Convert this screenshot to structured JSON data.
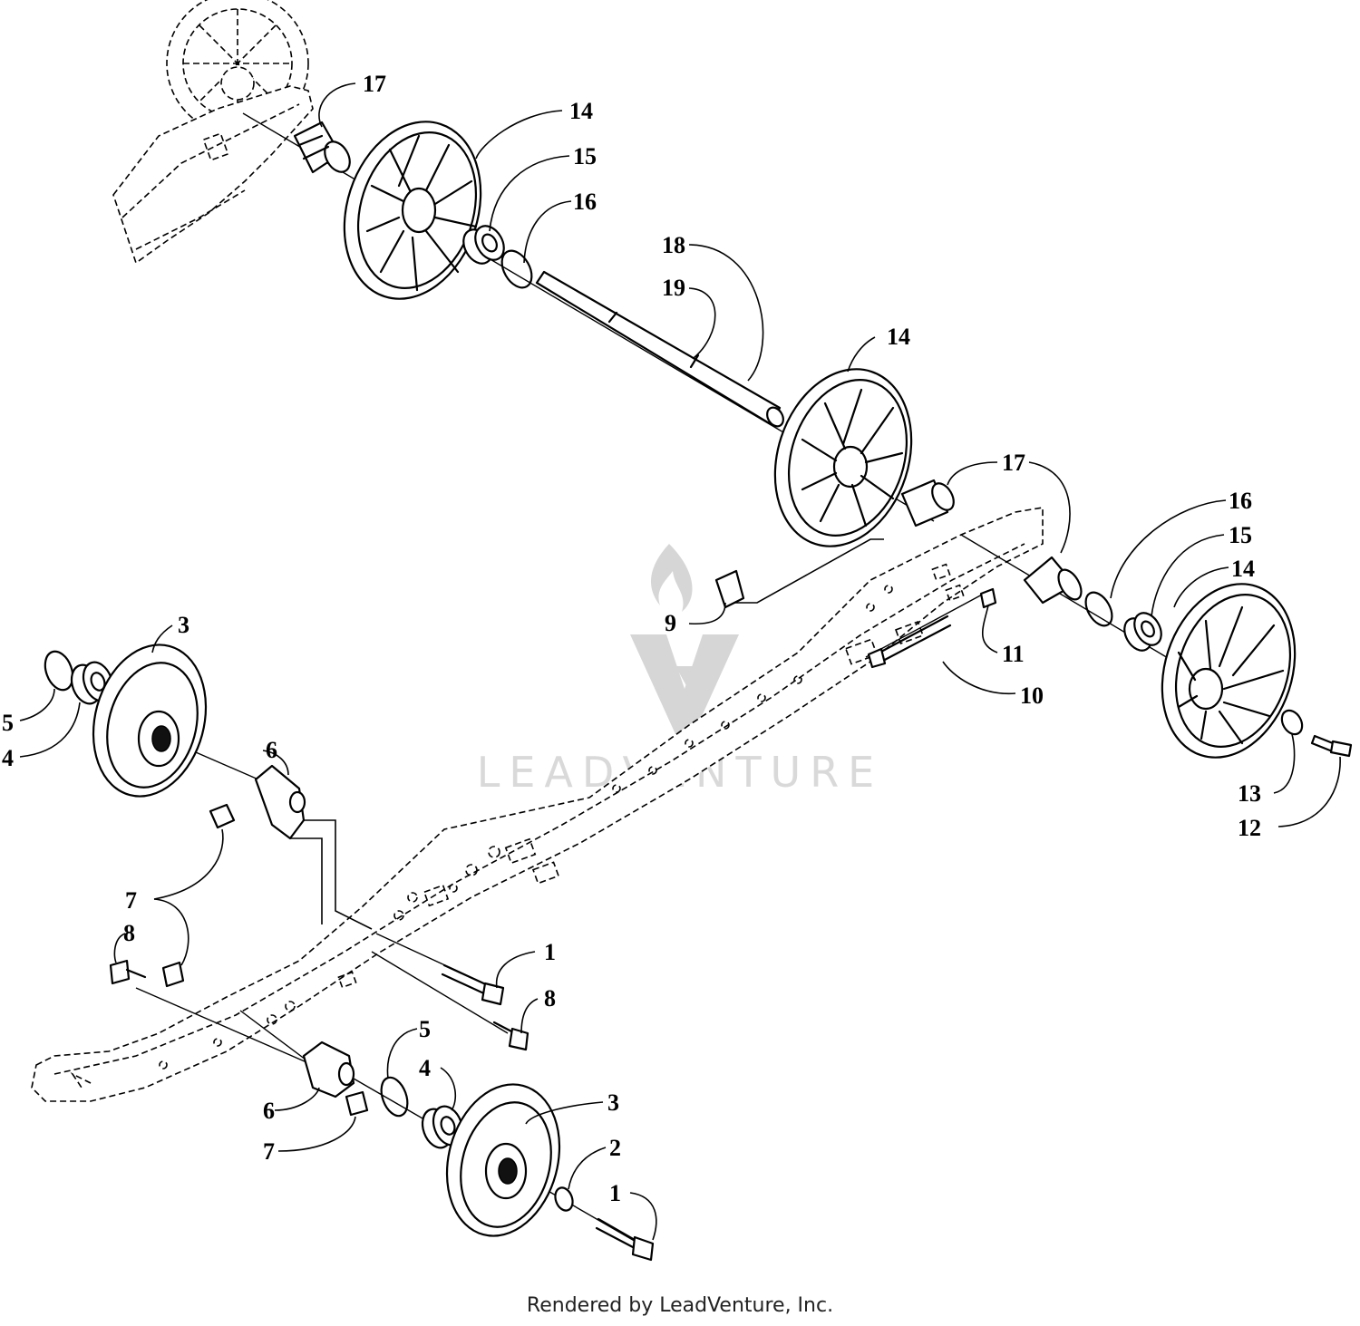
{
  "watermark": {
    "brand": "LEADVENTURE"
  },
  "footer": {
    "text": "Rendered by LeadVenture, Inc."
  },
  "callouts": [
    {
      "label": "17"
    },
    {
      "label": "14"
    },
    {
      "label": "15"
    },
    {
      "label": "16"
    },
    {
      "label": "18"
    },
    {
      "label": "19"
    },
    {
      "label": "14"
    },
    {
      "label": "17"
    },
    {
      "label": "16"
    },
    {
      "label": "15"
    },
    {
      "label": "14"
    },
    {
      "label": "9"
    },
    {
      "label": "11"
    },
    {
      "label": "10"
    },
    {
      "label": "13"
    },
    {
      "label": "12"
    },
    {
      "label": "3"
    },
    {
      "label": "5"
    },
    {
      "label": "4"
    },
    {
      "label": "6"
    },
    {
      "label": "7"
    },
    {
      "label": "8"
    },
    {
      "label": "1"
    },
    {
      "label": "8"
    },
    {
      "label": "5"
    },
    {
      "label": "4"
    },
    {
      "label": "3"
    },
    {
      "label": "2"
    },
    {
      "label": "1"
    },
    {
      "label": "6"
    },
    {
      "label": "7"
    }
  ]
}
